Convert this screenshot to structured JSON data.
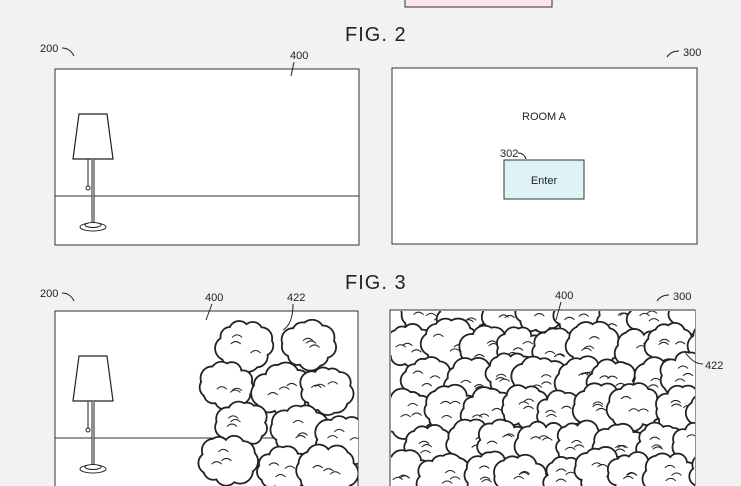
{
  "figures": [
    {
      "title": "FIG. 2",
      "device_ref": "200",
      "display_ref": "400",
      "overlay_ref": "300",
      "room_label": "ROOM A",
      "button_ref": "302",
      "button_label": "Enter",
      "button_color": "#dff2f7"
    },
    {
      "title": "FIG. 3",
      "device_ref": "200",
      "display_ref_left": "400",
      "smoke_ref_left": "422",
      "display_ref_right": "400",
      "overlay_ref": "300",
      "smoke_ref_right": "422"
    }
  ],
  "top_box_color": "#fde4ea"
}
